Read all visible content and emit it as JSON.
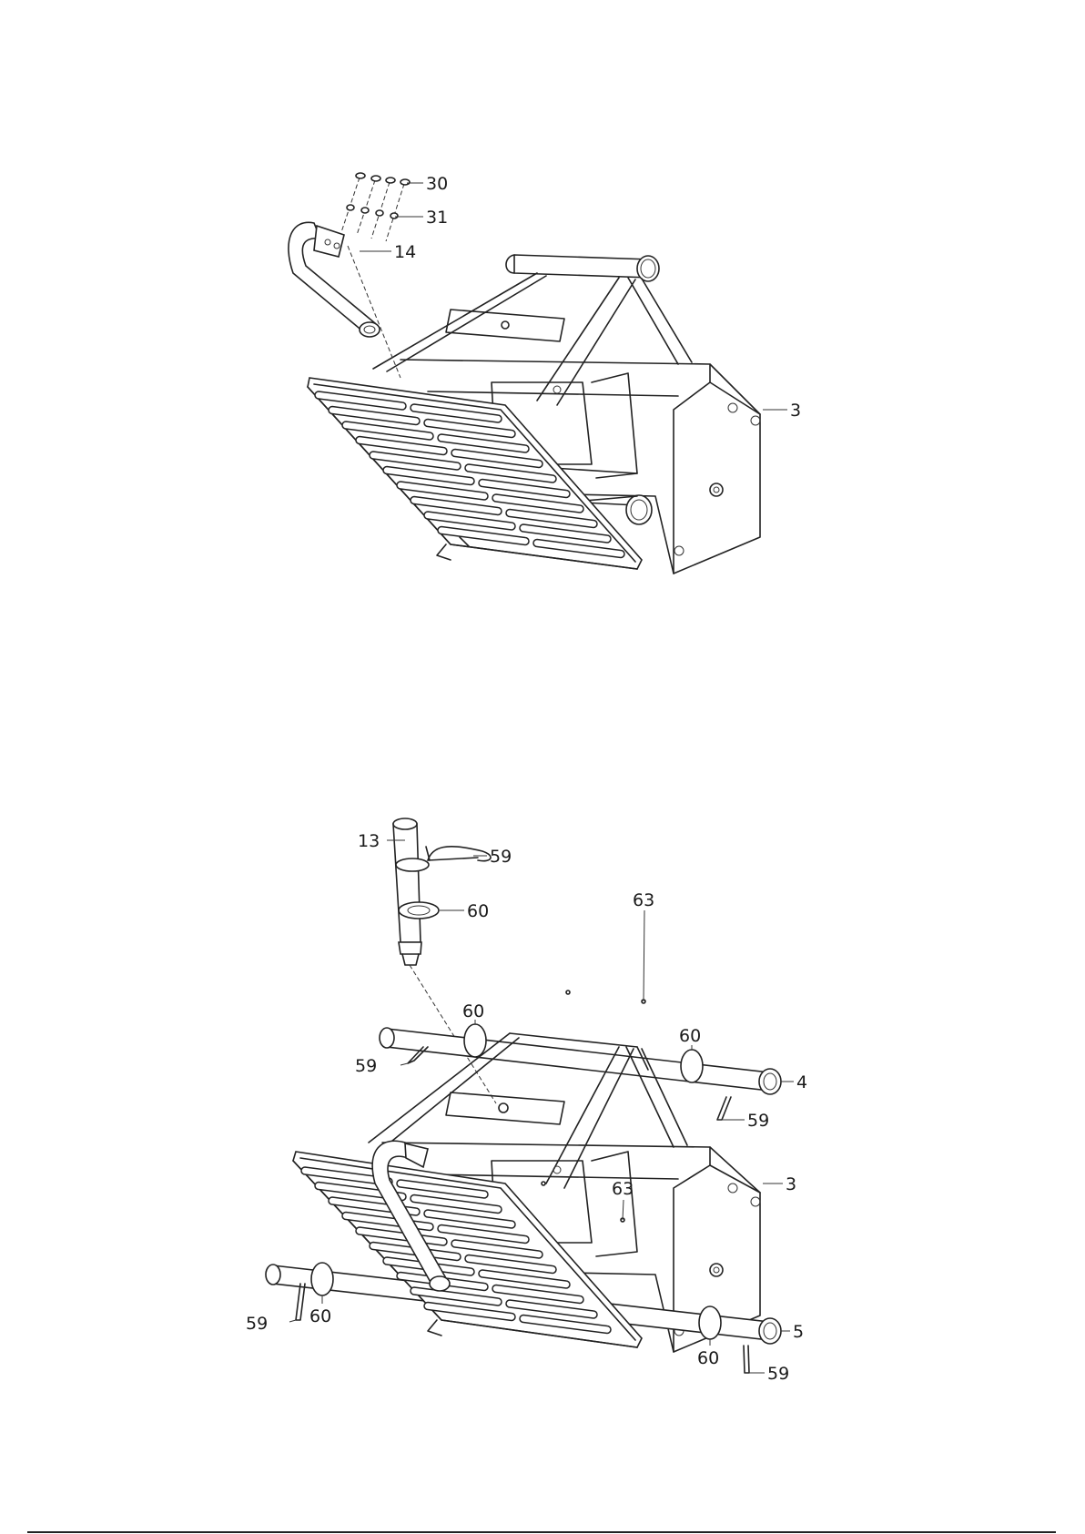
{
  "diagram_1": {
    "callouts": [
      {
        "id": "c30",
        "label": "30"
      },
      {
        "id": "c31",
        "label": "31"
      },
      {
        "id": "c14",
        "label": "14"
      },
      {
        "id": "c3a",
        "label": "3"
      }
    ]
  },
  "diagram_2": {
    "callouts": [
      {
        "id": "c13",
        "label": "13"
      },
      {
        "id": "c59a",
        "label": "59"
      },
      {
        "id": "c60a",
        "label": "60"
      },
      {
        "id": "c63a",
        "label": "63"
      },
      {
        "id": "c60b",
        "label": "60"
      },
      {
        "id": "c59b",
        "label": "59"
      },
      {
        "id": "c60c",
        "label": "60"
      },
      {
        "id": "c4",
        "label": "4"
      },
      {
        "id": "c59c",
        "label": "59"
      },
      {
        "id": "c3b",
        "label": "3"
      },
      {
        "id": "c63b",
        "label": "63"
      },
      {
        "id": "c59d",
        "label": "59"
      },
      {
        "id": "c60d",
        "label": "60"
      },
      {
        "id": "c5",
        "label": "5"
      },
      {
        "id": "c60e",
        "label": "60"
      },
      {
        "id": "c59e",
        "label": "59"
      }
    ]
  }
}
